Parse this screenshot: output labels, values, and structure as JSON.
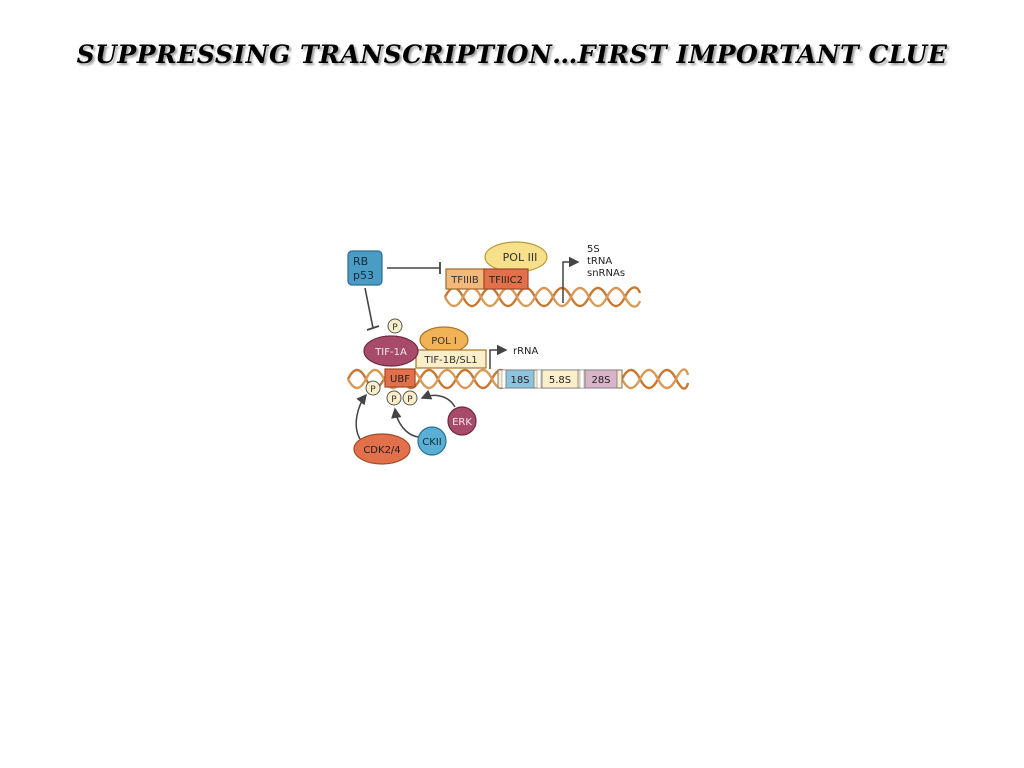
{
  "slide": {
    "title": "SUPPRESSING TRANSCRIPTION…FIRST IMPORTANT CLUE"
  },
  "diagram": {
    "rb": "RB",
    "p53": "p53",
    "pol3": "POL III",
    "tfiiib": "TFIIIB",
    "tfiiic2": "TFIIIC2",
    "products_pol3": [
      "5S",
      "tRNA",
      "snRNAs"
    ],
    "phospho": "P",
    "tif1a": "TIF-1A",
    "pol1": "POL I",
    "tif1b_sl1": "TIF-1B/SL1",
    "ubf": "UBF",
    "rrna": "rRNA",
    "genes": [
      "18S",
      "5.8S",
      "28S"
    ],
    "erk": "ERK",
    "ckii": "CKII",
    "cdk": "CDK2/4"
  },
  "colors": {
    "rb_box": "#4a9cc4",
    "pol": "#f6e08a",
    "tfiiib": "#f2b97a",
    "tfiiic2": "#e2704a",
    "tif1a": "#a84a6a",
    "ubf": "#e2704a",
    "tif1b": "#fbeecb",
    "erk": "#a84a6a",
    "ckii": "#5ab0d4",
    "cdk": "#e2704a",
    "dna": "#c87830",
    "gene_18s": "#8cc4de",
    "gene_58s": "#fbeecb",
    "gene_28s": "#d8b4c8"
  }
}
